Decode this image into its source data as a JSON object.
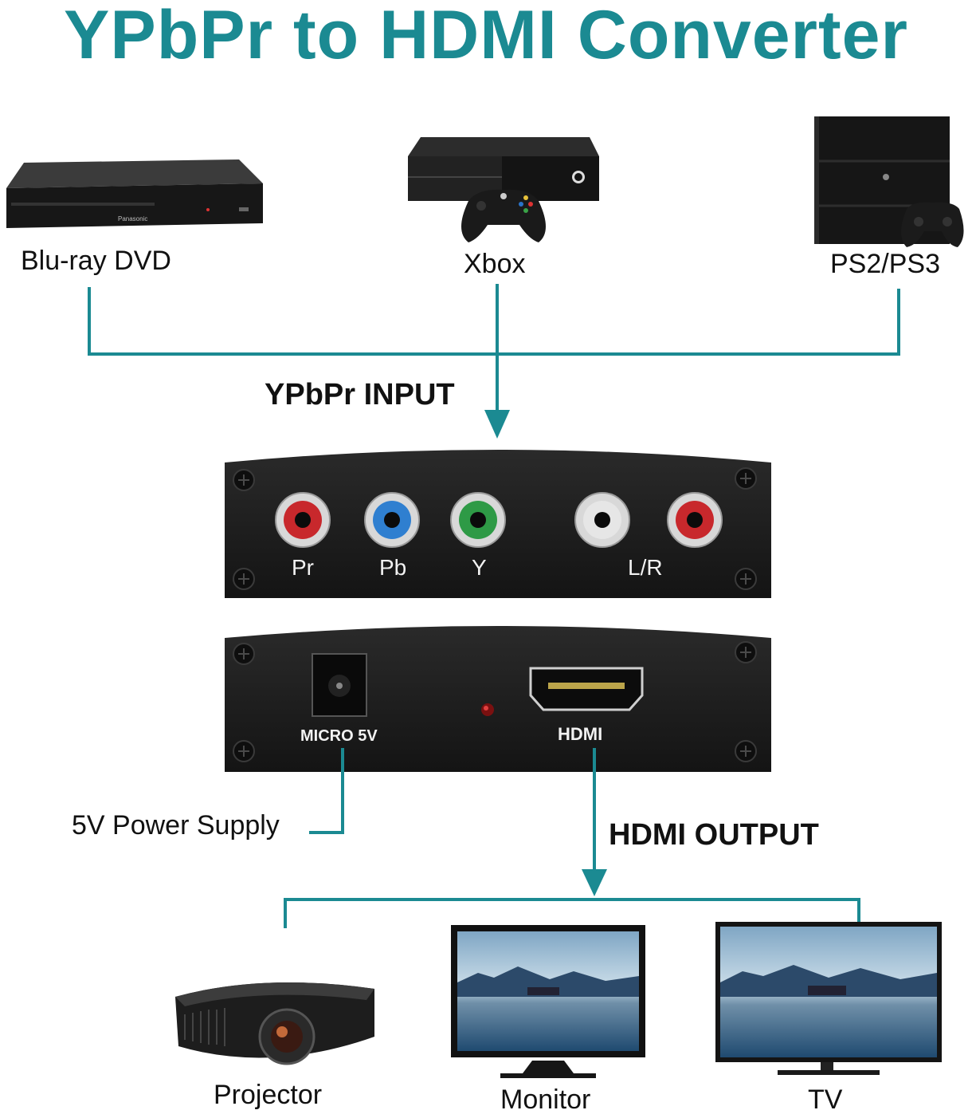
{
  "title": "YPbPr to HDMI Converter",
  "colors": {
    "accent": "#1b8a92",
    "device_body": "#1c1c1c",
    "port_red": "#c8282c",
    "port_blue": "#2f7fd0",
    "port_green": "#2e9a46",
    "port_white": "#e6e6e6"
  },
  "sources": [
    {
      "label": "Blu-ray DVD",
      "icon": "bluray-player-icon",
      "brand": "Panasonic"
    },
    {
      "label": "Xbox",
      "icon": "xbox-console-icon"
    },
    {
      "label": "PS2/PS3",
      "icon": "playstation-console-icon"
    }
  ],
  "input_label": "YPbPr INPUT",
  "front_panel": {
    "ports": [
      {
        "label": "Pr",
        "color": "#c8282c"
      },
      {
        "label": "Pb",
        "color": "#2f7fd0"
      },
      {
        "label": "Y",
        "color": "#2e9a46"
      },
      {
        "color": "#e6e6e6"
      },
      {
        "color": "#c8282c"
      }
    ],
    "audio_label": "L/R"
  },
  "back_panel": {
    "power_label": "MICRO 5V",
    "hdmi_label": "HDMI"
  },
  "power_supply_label": "5V Power Supply",
  "output_label": "HDMI OUTPUT",
  "displays": [
    {
      "label": "Projector",
      "icon": "projector-icon"
    },
    {
      "label": "Monitor",
      "icon": "monitor-icon"
    },
    {
      "label": "TV",
      "icon": "tv-icon"
    }
  ]
}
